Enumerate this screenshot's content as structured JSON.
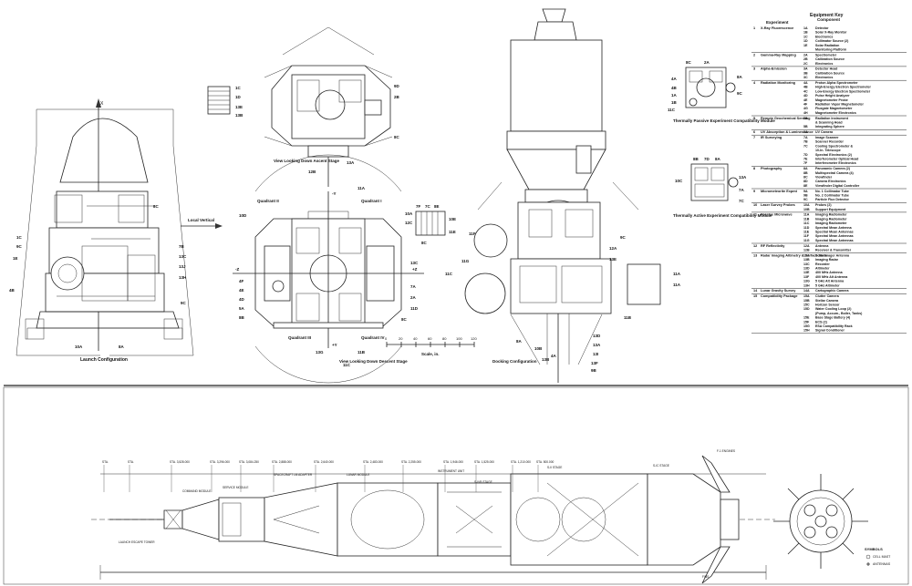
{
  "labels": {
    "launch_caption": "Launch Configuration",
    "ascent_caption": "View Looking Down Ascent Stage",
    "descent_caption": "View Looking Down Descent Stage",
    "docking_caption": "Docking Configuration",
    "local_vertical": "Local Vertical",
    "quadrant_1": "Quadrant I",
    "quadrant_2": "Quadrant II",
    "quadrant_3": "Quadrant III",
    "quadrant_4": "Quadrant IV",
    "scale_label": "Scale, in.",
    "passive_module": "Thermally Passive Experiment Compatibility Module",
    "active_module": "Thermally Active Experiment Compatibility Module",
    "axis_x": "X",
    "axis_plus_z": "+Z",
    "axis_minus_z": "-Z",
    "axis_plus_y": "+Y",
    "axis_minus_y": "-Y"
  },
  "scale_ticks": [
    "0",
    "20",
    "40",
    "60",
    "80",
    "100",
    "120"
  ],
  "callouts": {
    "launch": [
      "8C",
      "1C",
      "9C",
      "1E",
      "4B",
      "10A",
      "8A",
      "7B",
      "13C",
      "13J",
      "13H",
      "9C"
    ],
    "ascent": [
      "1C",
      "1D",
      "13E",
      "13B",
      "9D",
      "2B",
      "8C",
      "12B",
      "13A"
    ],
    "descent": [
      "10D",
      "4F",
      "4E",
      "4D",
      "5A",
      "8B",
      "11A",
      "10A",
      "13C",
      "7A",
      "2A",
      "8C",
      "11D",
      "11B",
      "11C",
      "13G",
      "12C"
    ],
    "docking": [
      "7F",
      "7C",
      "8E",
      "10E",
      "11E",
      "8C",
      "12A",
      "11F",
      "11C",
      "9C",
      "11G",
      "11B",
      "11A",
      "13D",
      "8A",
      "13A",
      "13I",
      "10B",
      "13F",
      "13B",
      "9B",
      "4A",
      "11A",
      "13E"
    ],
    "passive": [
      "8C",
      "2A",
      "8A",
      "4A",
      "4B",
      "1A",
      "1B",
      "11C",
      "9C"
    ],
    "active": [
      "8B",
      "7D",
      "8A",
      "10C",
      "13A",
      "7A",
      "7C"
    ]
  },
  "equipment_key": {
    "title": "Equipment Key",
    "col_experiment": "Experiment",
    "col_component": "Component",
    "rows": [
      {
        "num": "1",
        "experiment": "X-Ray Fluorescence",
        "components": [
          [
            "1A",
            "Detector"
          ],
          [
            "1B",
            "Solar X-Ray Monitor"
          ],
          [
            "1C",
            "Electronics"
          ],
          [
            "1D",
            "Collimator Source (2)"
          ],
          [
            "1E",
            "Solar Radiation"
          ],
          [
            "",
            "Monitoring Platform"
          ]
        ]
      },
      {
        "num": "2",
        "experiment": "Gamma-Ray Mapping",
        "components": [
          [
            "2A",
            "Spectrometer"
          ],
          [
            "2B",
            "Calibration Source"
          ],
          [
            "2C",
            "Electronics"
          ]
        ]
      },
      {
        "num": "3",
        "experiment": "Alpha-Emission",
        "components": [
          [
            "3A",
            "Detector Head"
          ],
          [
            "3B",
            "Calibration Source"
          ],
          [
            "3C",
            "Electronics"
          ]
        ]
      },
      {
        "num": "4",
        "experiment": "Radiation Monitoring",
        "components": [
          [
            "4A",
            "Proton Alpha Spectrometer"
          ],
          [
            "4B",
            "High-Energy Electron Spectrometer"
          ],
          [
            "4C",
            "Low-Energy Electron Spectrometer"
          ],
          [
            "4D",
            "Pulse Height Analyzer"
          ],
          [
            "4E",
            "Magnetometer Probe"
          ],
          [
            "4F",
            "Radiation Vapor Magnetometer"
          ],
          [
            "4G",
            "Fluxgate Magnetometer"
          ],
          [
            "4H",
            "Magnetometer Electronics"
          ]
        ]
      },
      {
        "num": "5",
        "experiment": "Remote Geochemical Sensing",
        "components": [
          [
            "5A",
            "Radiation Instrument"
          ],
          [
            "",
            "& Scanning Head"
          ],
          [
            "5B",
            "Integrating Sphere"
          ]
        ]
      },
      {
        "num": "6",
        "experiment": "UV Absorption & Luminescence",
        "components": [
          [
            "6A",
            "UV Camera"
          ]
        ]
      },
      {
        "num": "7",
        "experiment": "IR Surveying",
        "components": [
          [
            "7A",
            "Image Scanner"
          ],
          [
            "7B",
            "Scanner Recorder"
          ],
          [
            "7C",
            "Cooling Spectrometer &"
          ],
          [
            "",
            "10-In. Telescope"
          ],
          [
            "7D",
            "Spectral Electronics (2)"
          ],
          [
            "7E",
            "Interferometer Optical Head"
          ],
          [
            "7F",
            "Interferometer Electronics"
          ]
        ]
      },
      {
        "num": "8",
        "experiment": "Photography",
        "components": [
          [
            "8A",
            "Panoramic Camera (2)"
          ],
          [
            "8B",
            "Multispectral Camera (4)"
          ],
          [
            "8C",
            "Viewfinder"
          ],
          [
            "8D",
            "Camera Electronics"
          ],
          [
            "8E",
            "Viewfinder Digital Controller"
          ]
        ]
      },
      {
        "num": "9",
        "experiment": "Micrometeorite Expmt",
        "components": [
          [
            "9A",
            "No. 1 Collimator Tube"
          ],
          [
            "9B",
            "No. 2 Collimator Tube"
          ],
          [
            "9C",
            "Particle Flux Detector"
          ]
        ]
      },
      {
        "num": "10",
        "experiment": "Laser Survey Probes",
        "components": [
          [
            "10A",
            "Probes (2)"
          ],
          [
            "10B",
            "Support Equipment"
          ]
        ]
      },
      {
        "num": "11",
        "experiment": "Passive Microwave",
        "components": [
          [
            "11A",
            "Imaging Radiometer"
          ],
          [
            "11B",
            "Imaging Radiometer"
          ],
          [
            "11C",
            "Imaging Radiometer"
          ],
          [
            "11D",
            "Spectral Mean Antenna"
          ],
          [
            "11E",
            "Spectral Mean Antennas"
          ],
          [
            "11F",
            "Spectral Mean Antennas"
          ],
          [
            "11G",
            "Spectral Mean Antennas"
          ]
        ]
      },
      {
        "num": "12",
        "experiment": "RF Reflectivity",
        "components": [
          [
            "12A",
            "Antenna"
          ],
          [
            "12B",
            "Receiver & Transmitter"
          ]
        ]
      },
      {
        "num": "13",
        "experiment": "Radar Imaging Altimetry & Surface State",
        "components": [
          [
            "13A",
            "Solar Imager Antenna"
          ],
          [
            "13B",
            "Imaging Radar"
          ],
          [
            "13C",
            "Recorder"
          ],
          [
            "13D",
            "Altimeter"
          ],
          [
            "13E",
            "400 MHz Antenna"
          ],
          [
            "13F",
            "400 MHz Alt Antenna"
          ],
          [
            "13G",
            "5 GHz Alt Antenna"
          ],
          [
            "13H",
            "5 GHz Altimeter"
          ]
        ]
      },
      {
        "num": "14",
        "experiment": "Lunar Gravity Survey",
        "components": [
          [
            "14A",
            "Cartographic Camera"
          ]
        ]
      },
      {
        "num": "15",
        "experiment": "Compatibility Package",
        "components": [
          [
            "15A",
            "Clutter Camera"
          ],
          [
            "15B",
            "Stellar Camera"
          ],
          [
            "15C",
            "Horizon Sensor"
          ],
          [
            "15D",
            "Water Cooling Loop (2)"
          ],
          [
            "",
            "(Pump, Accum., Boiler, Tanks)"
          ],
          [
            "15E",
            "Base Stage Battery (4)"
          ],
          [
            "15F",
            "ECS (2)"
          ],
          [
            "15G",
            "ESA Compatibility Rack"
          ],
          [
            "15H",
            "Signal Conditioner"
          ]
        ]
      }
    ]
  },
  "profile": {
    "station_labels": [
      "STA.",
      "STA.",
      "STA. 3,528.000",
      "STA. 3,296.000",
      "STA. 3,084.250",
      "STA. 2,888.000",
      "STA. 2,640.000",
      "STA. 2,483.000",
      "STA. 2,255.000",
      "STA. 1,946.000",
      "STA. 1,525.000",
      "STA. 1,210.000",
      "STA. 500.000"
    ],
    "component_labels": [
      "LAUNCH ESCAPE TOWER",
      "COMMAND MODULE",
      "SERVICE MODULE",
      "SPACECRAFT LM ADAPTER",
      "LUNAR MODULE",
      "INSTRUMENT UNIT",
      "S-IVB STAGE",
      "S-II STAGE",
      "S-IC STAGE",
      "F-1 ENGINES",
      "FINS"
    ],
    "legend_title": "SYMBOLS",
    "legend_items": [
      "CELL MAST",
      "ANTENNAS"
    ]
  }
}
